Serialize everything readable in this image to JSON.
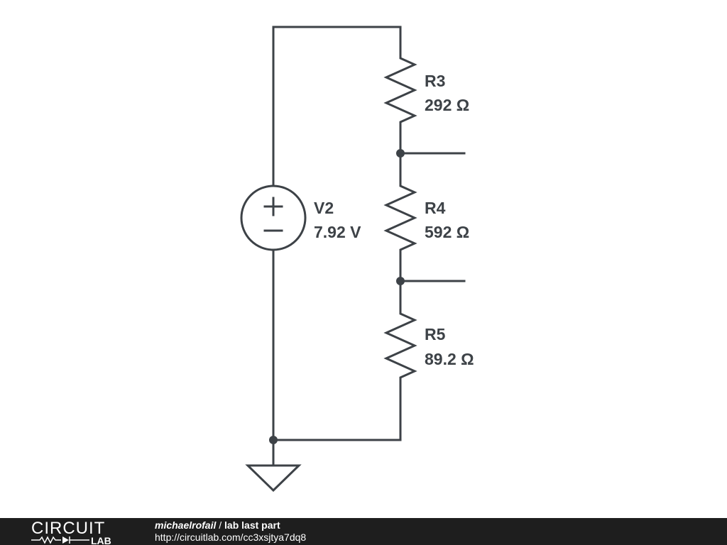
{
  "components": {
    "source": {
      "name": "V2",
      "value": "7.92 V"
    },
    "resistors": [
      {
        "name": "R3",
        "value": "292 Ω"
      },
      {
        "name": "R4",
        "value": "592 Ω"
      },
      {
        "name": "R5",
        "value": "89.2 Ω"
      }
    ]
  },
  "footer": {
    "logo_top": "CIRCUIT",
    "logo_bottom": "LAB",
    "author": "michaelrofail",
    "separator": " / ",
    "title": "lab last part",
    "url": "http://circuitlab.com/cc3xsjtya7dq8"
  },
  "colors": {
    "wire": "#3d4247",
    "footer_bg": "#1e1e1e"
  },
  "icons": {
    "source": "voltage-source-icon",
    "resistor": "resistor-icon",
    "ground": "ground-icon"
  }
}
